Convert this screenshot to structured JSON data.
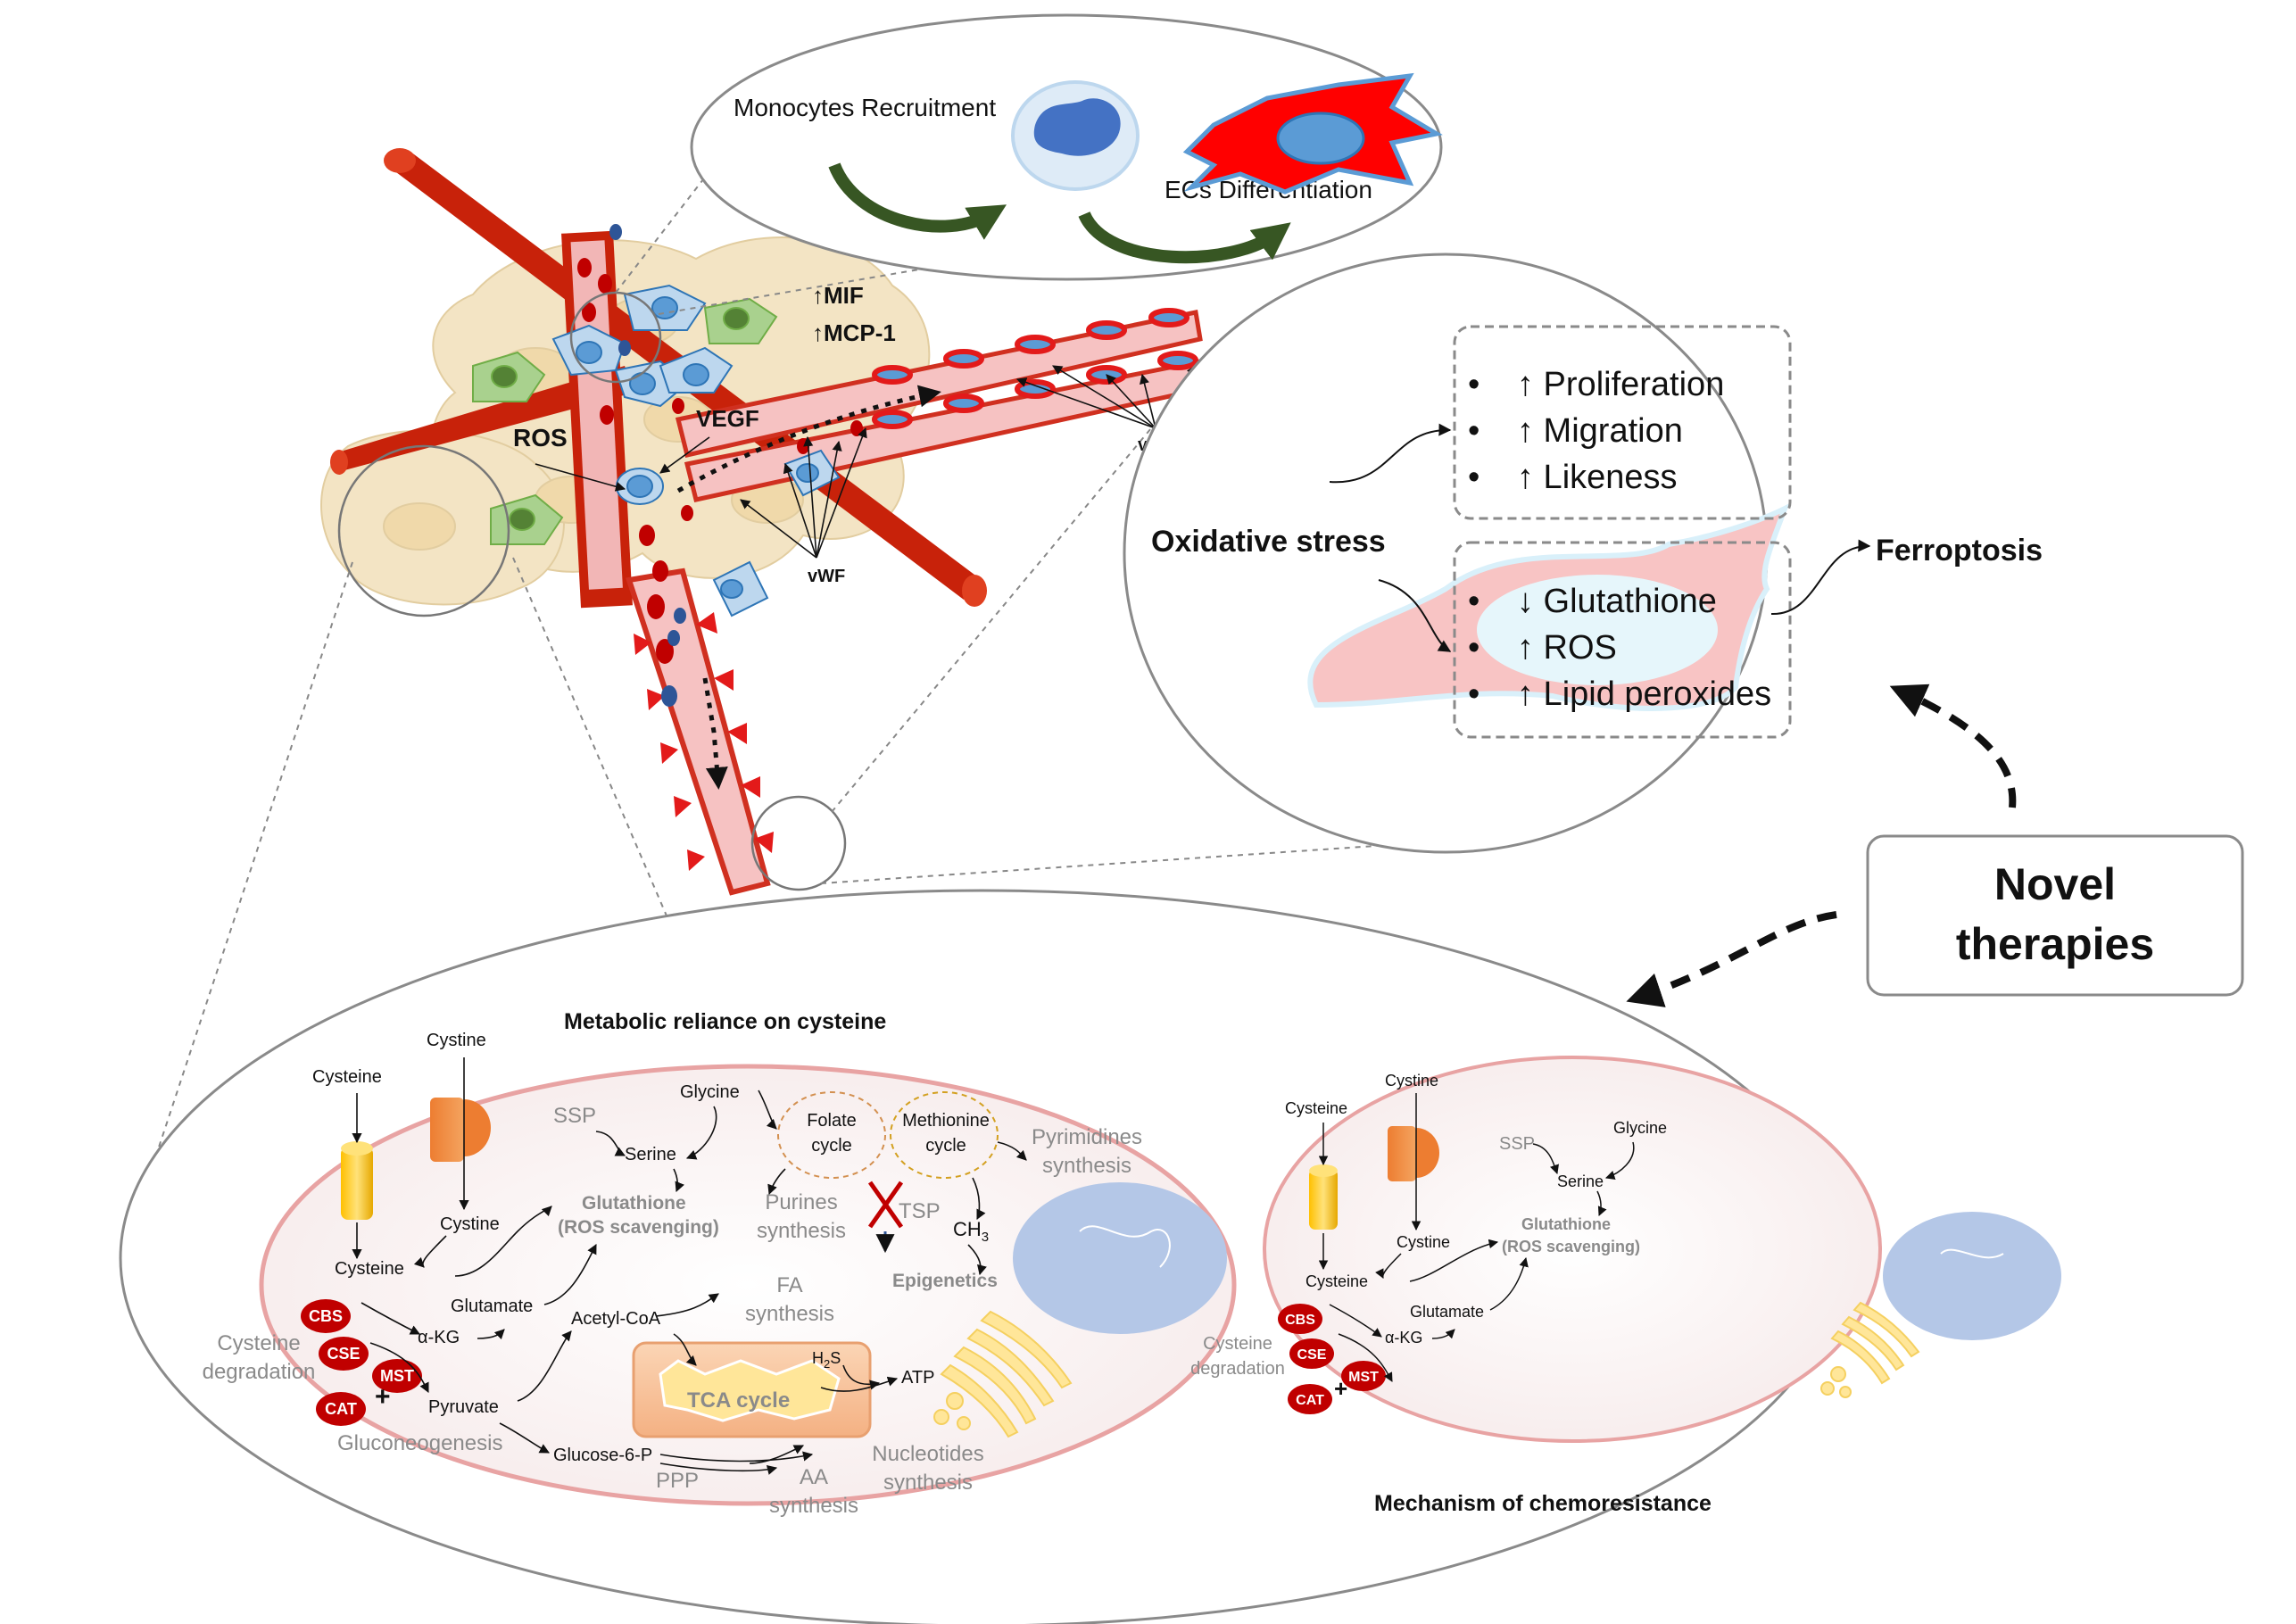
{
  "inset_top": {
    "monocytes_recruitment": "Monocytes Recruitment",
    "ecs_differentiation": "ECs Differentiation"
  },
  "vessel": {
    "mif": "↑MIF",
    "mcp1": "↑MCP-1",
    "ros": "ROS",
    "vegf": "VEGF",
    "vwf_label": "vWF"
  },
  "inset_right": {
    "oxidative_stress": "Oxidative stress",
    "ferroptosis": "Ferroptosis",
    "bullet": "•",
    "effects_upper": [
      "↑ Proliferation",
      "↑ Migration",
      "↑ Likeness"
    ],
    "effects_lower": [
      "↓ Glutathione",
      "↑ ROS",
      "↑ Lipid peroxides"
    ]
  },
  "novel_therapies": {
    "line1": "Novel",
    "line2": "therapies"
  },
  "metabolism": {
    "title": "Metabolic reliance on cysteine",
    "cysteine": "Cysteine",
    "cystine": "Cystine",
    "ssp": "SSP",
    "serine": "Serine",
    "glycine": "Glycine",
    "glutathione": "Glutathione",
    "ros_scavenging": "(ROS scavenging)",
    "glutamate": "Glutamate",
    "akg": "α-KG",
    "pyruvate": "Pyruvate",
    "acetyl_coa": "Acetyl-CoA",
    "folate_cycle": [
      "Folate",
      "cycle"
    ],
    "methionine_cycle": [
      "Methionine",
      "cycle"
    ],
    "pyrimidines": [
      "Pyrimidines",
      "synthesis"
    ],
    "purines": [
      "Purines",
      "synthesis"
    ],
    "tsp": "TSP",
    "ch3": "CH",
    "ch3_sub": "3",
    "epigenetics": "Epigenetics",
    "fa_synthesis": [
      "FA",
      "synthesis"
    ],
    "tca_cycle": "TCA cycle",
    "h2s": "H",
    "h2s_sub": "2",
    "h2s_tail": "S",
    "atp": "ATP",
    "gluconeogenesis": "Gluconeogenesis",
    "glucose6p": "Glucose-6-P",
    "ppp": "PPP",
    "aa_synthesis": [
      "AA",
      "synthesis"
    ],
    "nucleotides": [
      "Nucleotides",
      "synthesis"
    ],
    "cysteine_degradation": [
      "Cysteine",
      "degradation"
    ],
    "enzymes": [
      "CBS",
      "CSE",
      "MST",
      "CAT"
    ],
    "plus": "+"
  },
  "chemoresistance": {
    "title": "Mechanism of chemoresistance",
    "cysteine": "Cysteine",
    "cystine": "Cystine",
    "ssp": "SSP",
    "serine": "Serine",
    "glycine": "Glycine",
    "glutathione": "Glutathione",
    "ros_scavenging": "(ROS scavenging)",
    "glutamate": "Glutamate",
    "akg": "α-KG",
    "cysteine_degradation": [
      "Cysteine",
      "degradation"
    ],
    "enzymes": [
      "CBS",
      "CSE",
      "MST",
      "CAT"
    ],
    "plus": "+"
  },
  "colors": {
    "vessel_red": "#c8220a",
    "cell_beige": "#f3e4c4",
    "nucleus_blue": "#5b9bd5",
    "cell_pink": "#f8c4c4",
    "cytoplasm_light": "#e6f6fb",
    "enzyme_red": "#c00000",
    "tca_orange": "#f4b183",
    "arrow_green": "#375623",
    "nucleus_lavender": "#b4c7e7",
    "er_yellow": "#ffe699"
  }
}
